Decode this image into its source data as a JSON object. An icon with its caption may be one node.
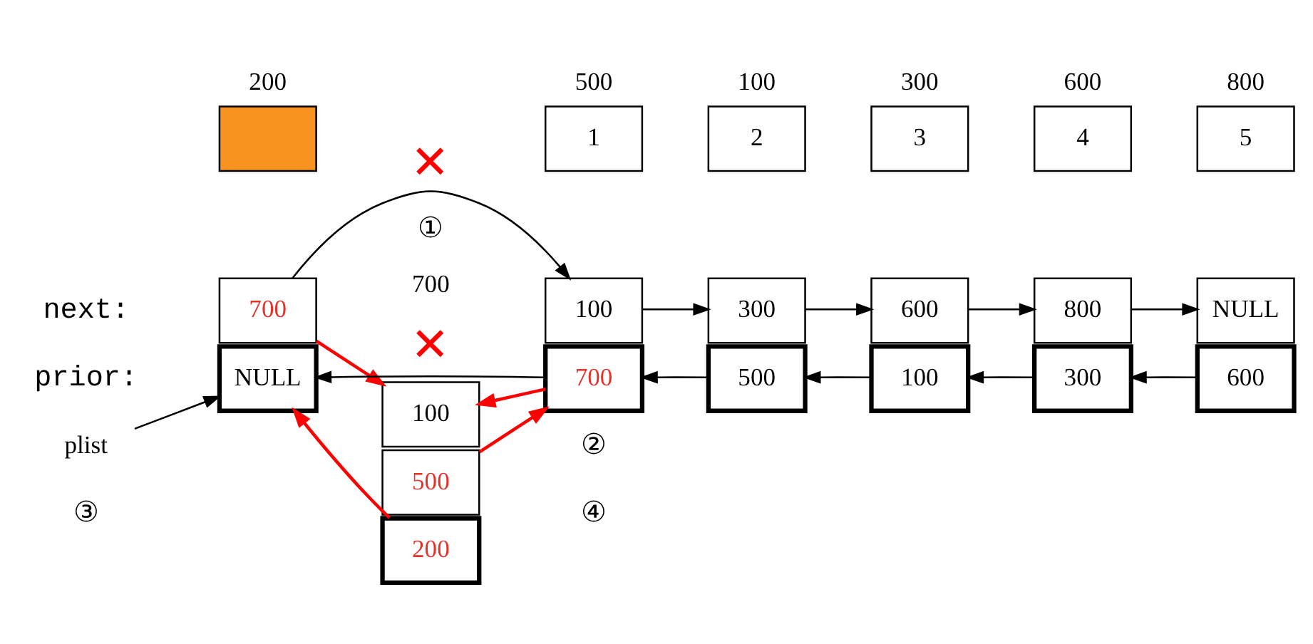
{
  "diagram": {
    "nodes": [
      {
        "text": [],
        "shape": "box",
        "beside": [
          "200"
        ]
      },
      {
        "text": [
          "700"
        ]
      },
      {
        "text": [
          "NULL"
        ]
      },
      {
        "text": [
          "1"
        ],
        "beside": [
          "500"
        ]
      },
      {
        "text": [
          "100"
        ]
      },
      {
        "text": [
          "700"
        ]
      },
      {
        "text": [
          "2"
        ],
        "beside": [
          "100"
        ]
      },
      {
        "text": [
          "300"
        ]
      },
      {
        "text": [
          "500"
        ]
      },
      {
        "text": [
          "3"
        ],
        "beside": [
          "300"
        ]
      },
      {
        "text": [
          "600"
        ]
      },
      {
        "text": [
          "100"
        ]
      },
      {
        "text": [
          "4"
        ],
        "beside": [
          "600"
        ]
      },
      {
        "text": [
          "800"
        ]
      },
      {
        "text": [
          "300"
        ]
      },
      {
        "text": [
          "5"
        ],
        "beside": [
          "800"
        ]
      },
      {
        "text": [
          "NULL"
        ]
      },
      {
        "text": [
          "600"
        ]
      },
      {
        "text": [
          "100"
        ],
        "beside": [
          "700"
        ]
      },
      {
        "text": [
          "500"
        ]
      },
      {
        "text": [
          "200"
        ]
      },
      {
        "text": [
          "plist"
        ]
      }
    ],
    "edges": [
      {
        "from": 1,
        "to": 4,
        "arrow": "to",
        "label": "✕"
      },
      {
        "from": 5,
        "to": 2,
        "arrow": "to",
        "label": "✕"
      },
      {
        "from": 4,
        "to": 7,
        "arrow": "to"
      },
      {
        "from": 7,
        "to": 10,
        "arrow": "to"
      },
      {
        "from": 10,
        "to": 13,
        "arrow": "to"
      },
      {
        "from": 13,
        "to": 16,
        "arrow": "to"
      },
      {
        "from": 17,
        "to": 14,
        "arrow": "to"
      },
      {
        "from": 14,
        "to": 11,
        "arrow": "to"
      },
      {
        "from": 11,
        "to": 8,
        "arrow": "to"
      },
      {
        "from": 8,
        "to": 5,
        "arrow": "to"
      },
      {
        "from": 1,
        "to": 18,
        "arrow": "to",
        "color": "#ff0000"
      },
      {
        "from": 5,
        "to": 18,
        "arrow": "to",
        "color": "#ff0000"
      },
      {
        "from": 19,
        "to": 5,
        "arrow": "to",
        "color": "#ff0000"
      },
      {
        "from": 20,
        "to": 2,
        "arrow": "to",
        "color": "#ff0000"
      },
      {
        "from": 21,
        "to": 2,
        "arrow": "to"
      }
    ],
    "labels": [
      "next:",
      "prior:",
      "①",
      "②",
      "③",
      "④"
    ]
  }
}
